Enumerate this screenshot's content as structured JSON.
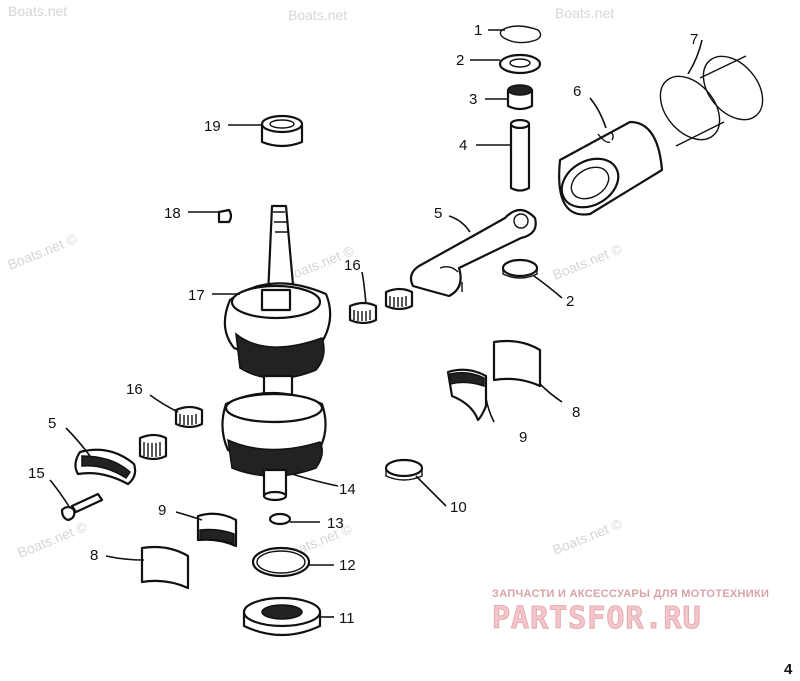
{
  "watermarks": [
    "Boats.net",
    "Boats.net ©",
    "Boats.net ©",
    "Boats.net ©",
    "Boats.net ©",
    "Boats.net ©"
  ],
  "callouts": [
    "1",
    "2",
    "3",
    "4",
    "5",
    "6",
    "7",
    "2",
    "19",
    "18",
    "17",
    "16",
    "16",
    "5",
    "15",
    "9",
    "8",
    "9",
    "8",
    "14",
    "13",
    "12",
    "11",
    "10"
  ],
  "brand": {
    "tagline": "ЗАПЧАСТИ И АКСЕССУАРЫ ДЛЯ МОТОТЕХНИКИ",
    "logo": "PARTSFOR.RU"
  },
  "page_number": "4"
}
